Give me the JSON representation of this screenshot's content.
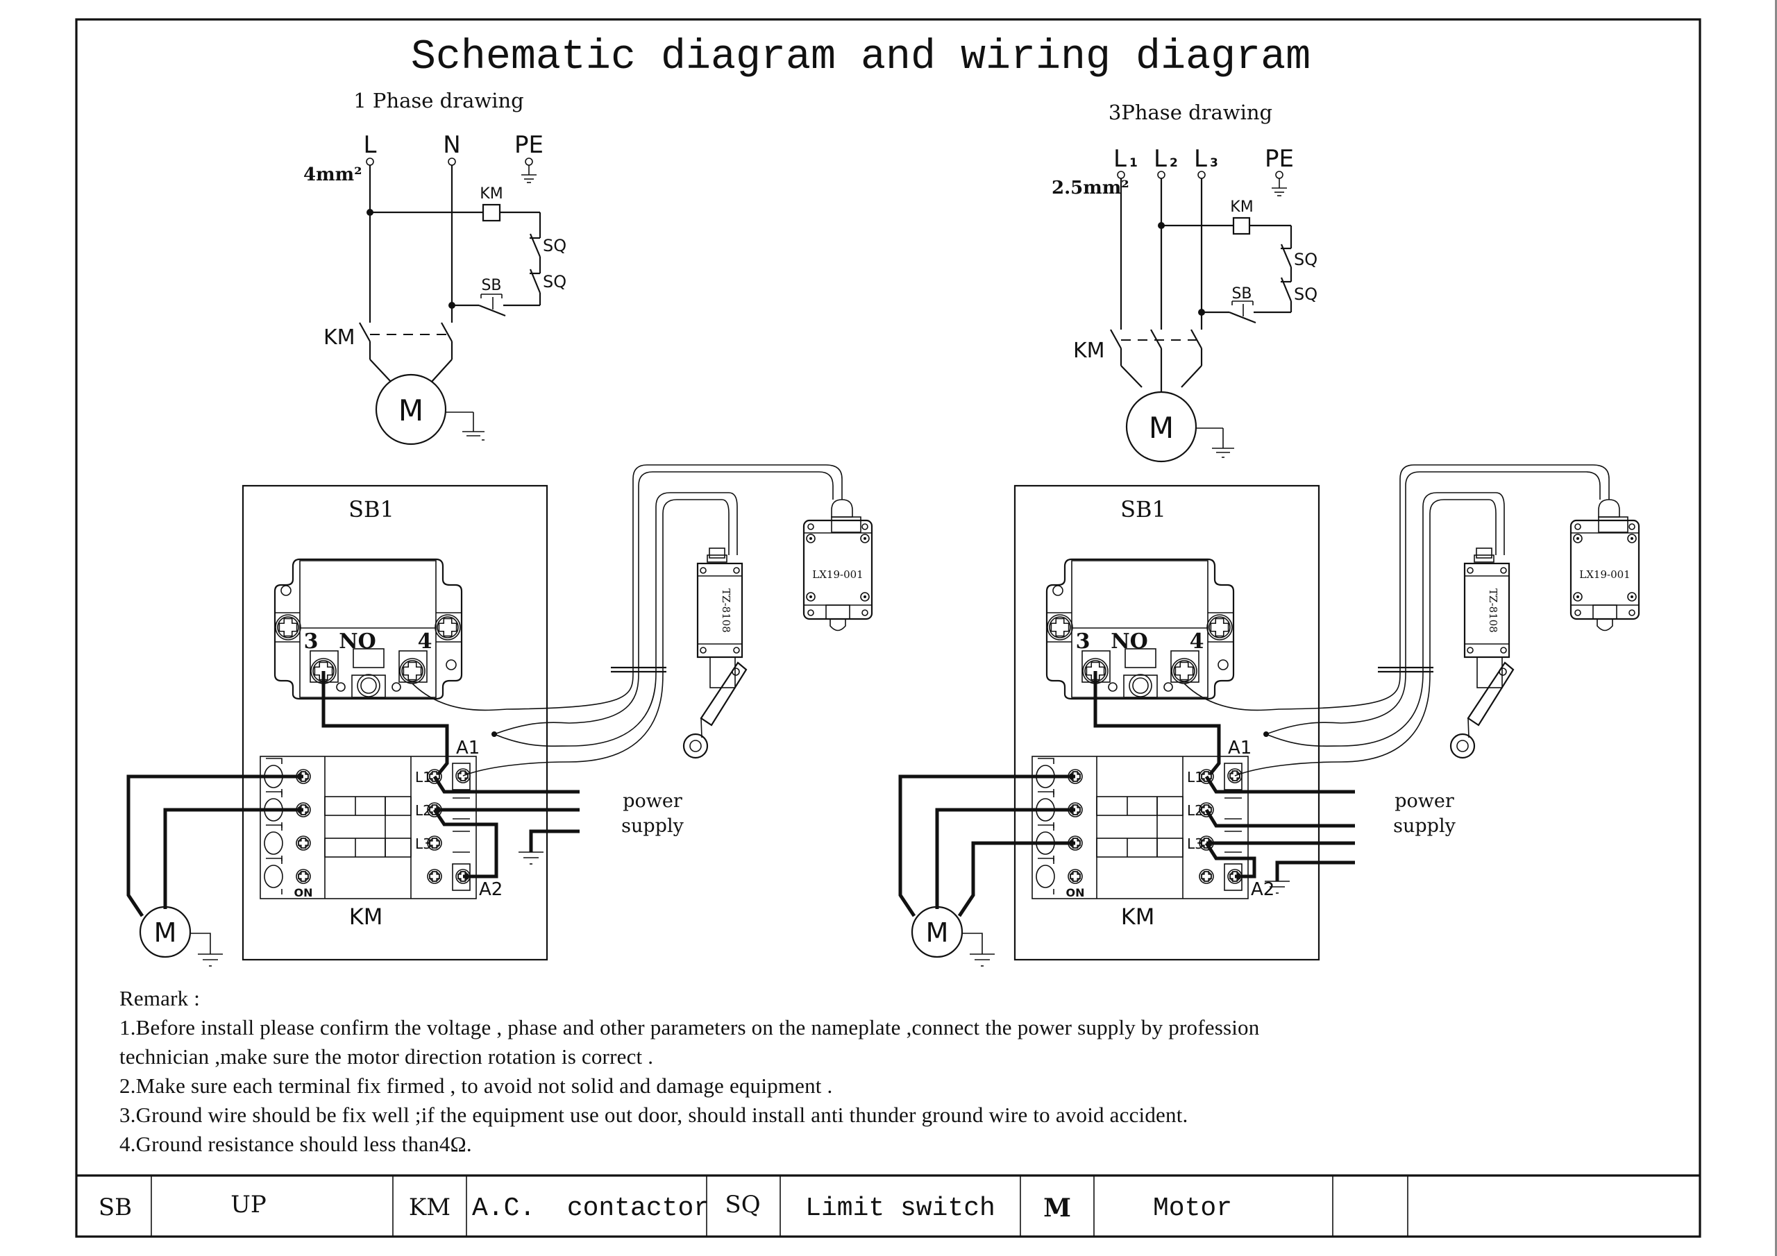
{
  "title": "Schematic diagram and wiring diagram",
  "single_phase": {
    "heading": "1 Phase drawing",
    "wire_size": "4mm²",
    "terminals": [
      "L",
      "N",
      "PE"
    ],
    "coil_label": "KM",
    "limit_switch_labels": [
      "SQ",
      "SQ"
    ],
    "button_label": "SB",
    "contactor_label": "KM",
    "motor_label": "M"
  },
  "three_phase": {
    "heading": "3Phase drawing",
    "wire_size": "2.5mm²",
    "terminals": [
      "L",
      "L",
      "L",
      "PE"
    ],
    "terminal_subscripts": [
      "1",
      "2",
      "3"
    ],
    "coil_label": "KM",
    "limit_switch_labels": [
      "SQ",
      "SQ"
    ],
    "button_label": "SB",
    "contactor_label": "KM",
    "motor_label": "M"
  },
  "wiring_panels": [
    {
      "panel_label": "SB1",
      "button_terminals": [
        "3",
        "NO",
        "4"
      ],
      "contactor_label": "KM",
      "contactor_pins": [
        "L1",
        "L2",
        "L3",
        "A1",
        "A2",
        "ON"
      ],
      "motor_label": "M",
      "power_label_line1": "power",
      "power_label_line2": "supply",
      "limit_switch_models": [
        "TZ-8108",
        "LX19-001"
      ]
    },
    {
      "panel_label": "SB1",
      "button_terminals": [
        "3",
        "NO",
        "4"
      ],
      "contactor_label": "KM",
      "contactor_pins": [
        "L1",
        "L2",
        "L3",
        "A1",
        "A2",
        "ON"
      ],
      "motor_label": "M",
      "power_label_line1": "power",
      "power_label_line2": "supply",
      "limit_switch_models": [
        "TZ-8108",
        "LX19-001"
      ]
    }
  ],
  "remarks": {
    "heading": "Remark :",
    "lines": [
      "1.Before install please confirm the voltage , phase and other parameters on the nameplate ,connect the power supply by profession",
      "technician ,make sure the motor direction rotation is correct .",
      "2.Make sure each terminal fix firmed , to avoid not solid and damage equipment .",
      "3.Ground wire should be fix well ;if the equipment use out door, should install anti thunder ground wire to avoid accident.",
      "4.Ground resistance should less than4Ω."
    ]
  },
  "legend_table": [
    {
      "code": "SB",
      "meaning": "UP"
    },
    {
      "code": "KM",
      "meaning": "A.C.  contactor"
    },
    {
      "code": "SQ",
      "meaning": "Limit switch"
    },
    {
      "code": "M",
      "meaning": "Motor"
    },
    {
      "code": "",
      "meaning": ""
    }
  ]
}
